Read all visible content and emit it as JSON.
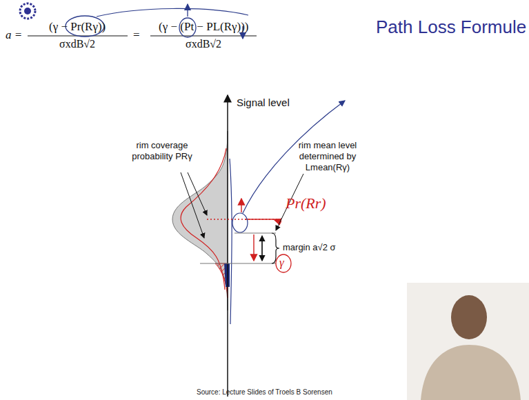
{
  "diagram": {
    "title": "Path Loss Formule",
    "caption": "Source: Lecture Slides of Troels B Sorensen",
    "labels": [
      "a =",
      "(γ − Pr(Rγ))",
      "σxdB√2",
      "=",
      "(γ − (Pt − PL(Rγ)))",
      "σxdB√2",
      "Signal level",
      "rim coverage probability PRγ",
      "rim mean level determined by Lmean(Rγ)",
      "margin a√2 σ",
      "Pr(Rr)",
      "γ"
    ]
  }
}
